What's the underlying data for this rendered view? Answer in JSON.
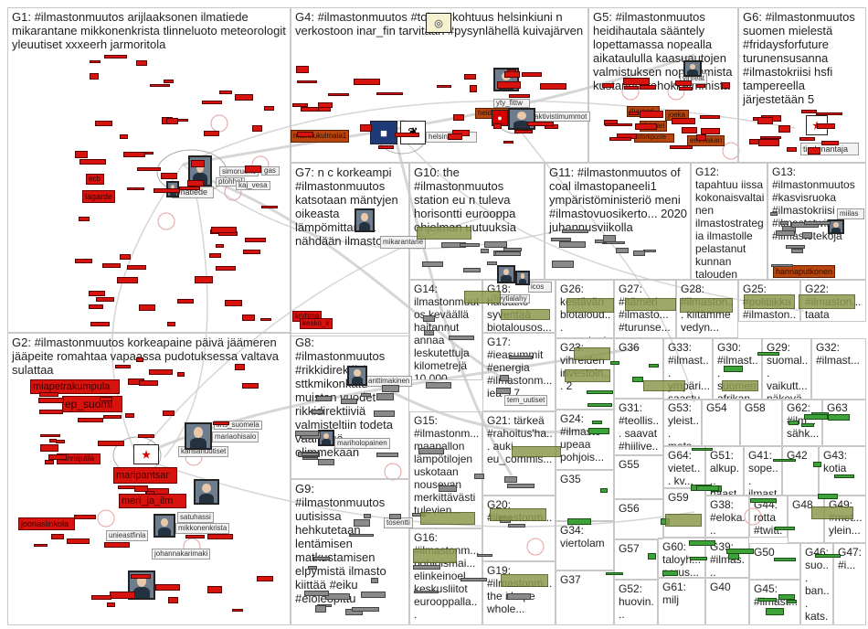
{
  "colors": {
    "red_node": "#d8120c",
    "brown_node": "#b8450e",
    "olive_node": "#8c9a50",
    "green_node": "#3ea23a",
    "edge": "#cccccc",
    "cell_border": "#c8c8c8"
  },
  "groups": [
    {
      "id": "G1",
      "title": "G1: #ilmastonmuutos arijlaaksonen ilmatiede mikarantane mikkonenkrista tlinneluoto meteorologit yleuutiset xxxeerh jarmoritola"
    },
    {
      "id": "G2",
      "title": "G2: #ilmastonmuutos korkeapaine päivä jäämeren jääpeite romahtaa vapaassa pudotuksessa valtava sulattaa"
    },
    {
      "id": "G3",
      "title": "G3: #rikkidirektiivi"
    },
    {
      "id": "G4",
      "title": "G4: #ilmastonmuutos #tolvo #kohtuus helsinkiuni n verkostoon inar_fin tarvitaan #pysynlähellä kuivajärven"
    },
    {
      "id": "G5",
      "title": "G5: #ilmastonmuutos heidihautala sääntely lopettamassa nopealla aikataululla kaasuautojen valmistuksen nopeimmista kustannustehokkaimmista"
    },
    {
      "id": "G6",
      "title": "G6: #ilmastonmuutos suomen mielestä #fridaysforfuture turunensusanna #ilmastokriisi hsfi tampereella järjestetään 5"
    },
    {
      "id": "G7",
      "title": "G7: n c korkeampi #ilmastonmuutos katsotaan mäntyjen oikeasta lämpömittarista nähdään ilmasto"
    },
    {
      "id": "G8",
      "title": "G8: #ilmastonmuutos #rikkidirektiivi sttkmikonkatu muistan vuodet rikkidirektiiviä valmisteltiin todeta väärässä olimmekaan"
    },
    {
      "id": "G9",
      "title": "G9: #ilmastonmuutos uutisissa hehkutetaan lentämisen matkustamisen elpymistä ilmasto kiittää #eiku #eioleopittu"
    },
    {
      "id": "G10",
      "title": "G10: the #ilmastonmuutos station eu n tuleva horisontti eurooppa ohjelman uutuuksia"
    },
    {
      "id": "G11",
      "title": "G11: #ilmastonmuutos of coal ilmastopaneeli1 ympäristöministeriö meni #ilmastovuosikerto... 2020 juhannusviikolla"
    },
    {
      "id": "G12",
      "title": "G12: tapahtuu iissa kokonaisvaltainen ilmastostrategia ilmastolle pelastanut kunnan talouden"
    },
    {
      "id": "G13",
      "title": "G13: #ilmastonmuutos #kasvisruoka #ilmastokriisi #ilmastotwitter #ilmastotekoja"
    },
    {
      "id": "G14",
      "title": "G14: ilmastonmuutos keväällä haitannut annaa leskutettuja kilometrejä 10 000"
    },
    {
      "id": "G15",
      "title": "G15: #ilmastonm... maapallon lämpötilojen uskotaan nousevan merkittävästi tulevien..."
    },
    {
      "id": "G16",
      "title": "G16: #ilmastonm... pohjoismai... elinkeinoel... keskusliitot eurooppalla..."
    },
    {
      "id": "G17",
      "title": "G17: #ieasummit #energia #ilmastonm... iea 9 7..."
    },
    {
      "id": "G18",
      "title": "G18: haluatko syventää biotalousos... oppia mm..."
    },
    {
      "id": "G19",
      "title": "G19: #ilmastonm... the i hope whole..."
    },
    {
      "id": "G20",
      "title": "G20: #ilmastonm..."
    },
    {
      "id": "G21",
      "title": "G21: tärkeä #rahoitus'ha... auki eu_commis..."
    },
    {
      "id": "G22",
      "title": "G22: #ilmaston... taata #maailma..."
    },
    {
      "id": "G23",
      "title": "G23: vihreiden investoin... 2"
    },
    {
      "id": "G24",
      "title": "G24: #ilmasto upeaa pohjois..."
    },
    {
      "id": "G25",
      "title": "G25: #politiikka #ilmaston..."
    },
    {
      "id": "G26",
      "title": "G26: kestävän biotaloud... ruuantuot..."
    },
    {
      "id": "G27",
      "title": "G27: #itämeri #ilmasto... #turunse..."
    },
    {
      "id": "G28",
      "title": "G28: #ilmaston... kiitämme vedyn..."
    },
    {
      "id": "G29",
      "title": "G29: suomal... vaikutt... näkevä..."
    },
    {
      "id": "G30",
      "title": "G30: #ilmast... suomen afrikan..."
    },
    {
      "id": "G31",
      "title": "G31: #teollis... saavat #hiilive..."
    },
    {
      "id": "G32",
      "title": "G32: #ilmast..."
    },
    {
      "id": "G33",
      "title": "G33: #ilmast... ympäri... saastu..."
    },
    {
      "id": "G34",
      "title": "G34: viertolam"
    },
    {
      "id": "G35",
      "title": "G35"
    },
    {
      "id": "G36",
      "title": "G36"
    },
    {
      "id": "G37",
      "title": "G37"
    },
    {
      "id": "G38",
      "title": "G38: #eloka... #rokot..."
    },
    {
      "id": "G39",
      "title": "G39: #ilmas..."
    },
    {
      "id": "G40",
      "title": "G40"
    },
    {
      "id": "G41",
      "title": "G41: sope... ilmast..."
    },
    {
      "id": "G42",
      "title": "G42"
    },
    {
      "id": "G43",
      "title": "G43: kotia"
    },
    {
      "id": "G44",
      "title": "G44: rotta #twitt..."
    },
    {
      "id": "G45",
      "title": "G45: #ilmast..."
    },
    {
      "id": "G46",
      "title": "G46: suo... ban... kats..."
    },
    {
      "id": "G47",
      "title": "G47: #i..."
    },
    {
      "id": "G48",
      "title": "G48"
    },
    {
      "id": "G49",
      "title": "G49: #met... ylein..."
    },
    {
      "id": "G50",
      "title": "G50"
    },
    {
      "id": "G51",
      "title": "G51: alkup... haast..."
    },
    {
      "id": "G52",
      "title": "G52: huovin..."
    },
    {
      "id": "G53",
      "title": "G53: yleist... mets..."
    },
    {
      "id": "G54",
      "title": "G54"
    },
    {
      "id": "G55",
      "title": "G55"
    },
    {
      "id": "G56",
      "title": "G56"
    },
    {
      "id": "G57",
      "title": "G57"
    },
    {
      "id": "G58",
      "title": "G58"
    },
    {
      "id": "G59",
      "title": "G59"
    },
    {
      "id": "G60",
      "title": "G60: taloyh... perus..."
    },
    {
      "id": "G61",
      "title": "G61: milj"
    },
    {
      "id": "G62",
      "title": "G62: #ilm... sähk..."
    },
    {
      "id": "G63",
      "title": "G63"
    },
    {
      "id": "G64",
      "title": "G64: vietet... kv..."
    }
  ],
  "labels": [
    "ecb",
    "lagarde",
    "ilmatiede",
    "simoruoho",
    "ptohhel",
    "kaj_vesa",
    "gas",
    "markkukulmala1",
    "helsinkiuni",
    "inar_fin",
    "yty_fittw",
    "aktivistimummot",
    "heidihautala",
    "duunari",
    "joeka",
    "demari",
    "sforkpuste",
    "emmakari",
    "tiedonantaja",
    "mikarantane",
    "kryhma",
    "kesko_ir",
    "miapetrakumpula",
    "ep_suomi",
    "kannajutila",
    "maripantsar",
    "meri_ja_ilm",
    "joonaslinkola",
    "kansanuutiset",
    "iiris_suomela",
    "mariaohisalo",
    "satuhassi",
    "mikkonenkrista",
    "unieastfinla",
    "johannakarimaki",
    "anttimakinen",
    "mariholopainen",
    "tosentti",
    "hyytialahy",
    "hannaputkonen",
    "vihreat",
    "miilas",
    "icos",
    "tem_uutiset"
  ]
}
